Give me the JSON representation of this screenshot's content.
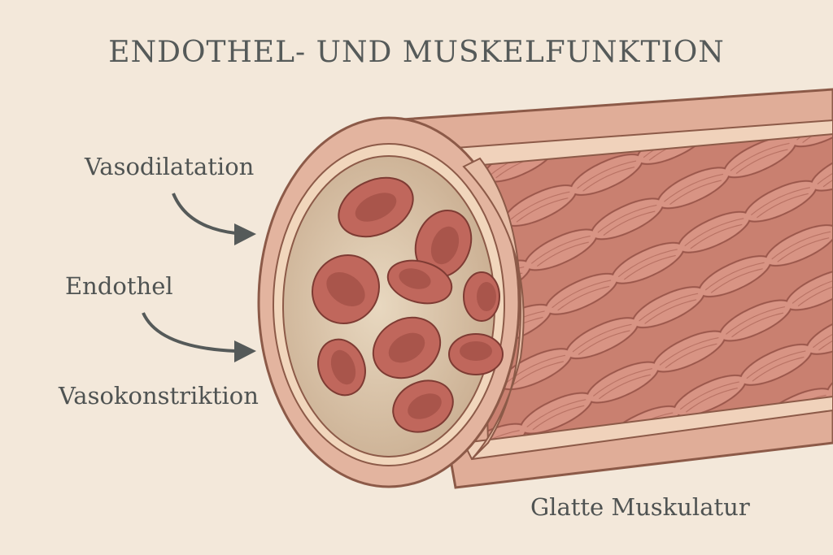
{
  "title": "ENDOTHEL- UND MUSKELFUNKTION",
  "labels": {
    "vasodilatation": "Vasodilatation",
    "endothel": "Endothel",
    "vasokonstriktion": "Vasokonstriktion",
    "glatte_muskulatur": "Glatte Muskulatur"
  },
  "colors": {
    "background": "#f3e8da",
    "text": "#4f5352",
    "vessel_wall": "#e3b49f",
    "muscle": "#c97f6e",
    "blood_cell": "#c0675c",
    "lumen": "#d9c5aa"
  }
}
